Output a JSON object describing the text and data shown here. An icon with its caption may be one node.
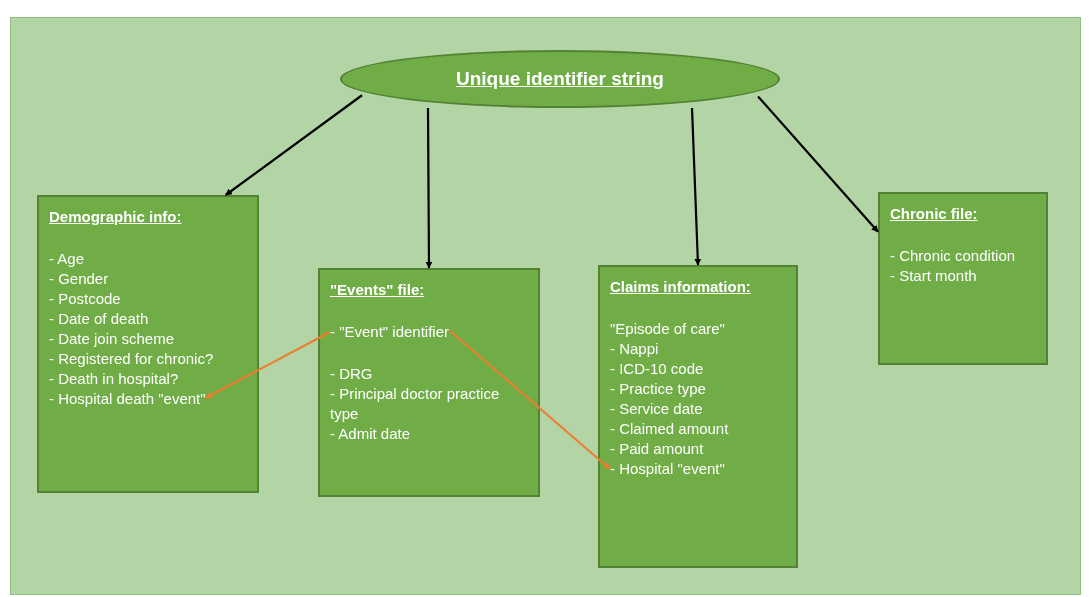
{
  "diagram": {
    "nodes": [
      {
        "text": [
          "Unique identifier string"
        ]
      },
      {
        "text": [
          "Demographic info:",
          "- Age",
          "- Gender",
          "- Postcode",
          "- Date of death",
          "- Date join scheme",
          "- Registered for chronic?",
          "- Death in hospital?"
        ]
      },
      {
        "text": [
          "- Hospital death \"event\""
        ],
        "in": 1
      },
      {
        "text": [
          "\"Events\" file:",
          "- DRG",
          "- Principal doctor practice type",
          "- Admit date"
        ]
      },
      {
        "text": [
          "- \"Event\" identifier"
        ],
        "in": 3
      },
      {
        "text": [
          "Claims information:",
          "\"Episode of care\"",
          "- Nappi",
          "- ICD-10 code",
          "- Practice type",
          "- Service date",
          "- Claimed amount",
          "- Paid amount"
        ]
      },
      {
        "text": [
          "- Hospital \"event\""
        ],
        "in": 5
      },
      {
        "text": [
          "Chronic file:",
          "- Chronic condition",
          "- Start month"
        ]
      }
    ],
    "edges": [
      {
        "from": 0,
        "to": 1,
        "arrow": "to"
      },
      {
        "from": 0,
        "to": 3,
        "arrow": "to"
      },
      {
        "from": 0,
        "to": 5,
        "arrow": "to"
      },
      {
        "from": 0,
        "to": 7,
        "arrow": "to"
      },
      {
        "from": 4,
        "to": 2,
        "arrow": "to",
        "color": "#ed7d31"
      },
      {
        "from": 4,
        "to": 6,
        "arrow": "to",
        "color": "#ed7d31"
      }
    ]
  }
}
